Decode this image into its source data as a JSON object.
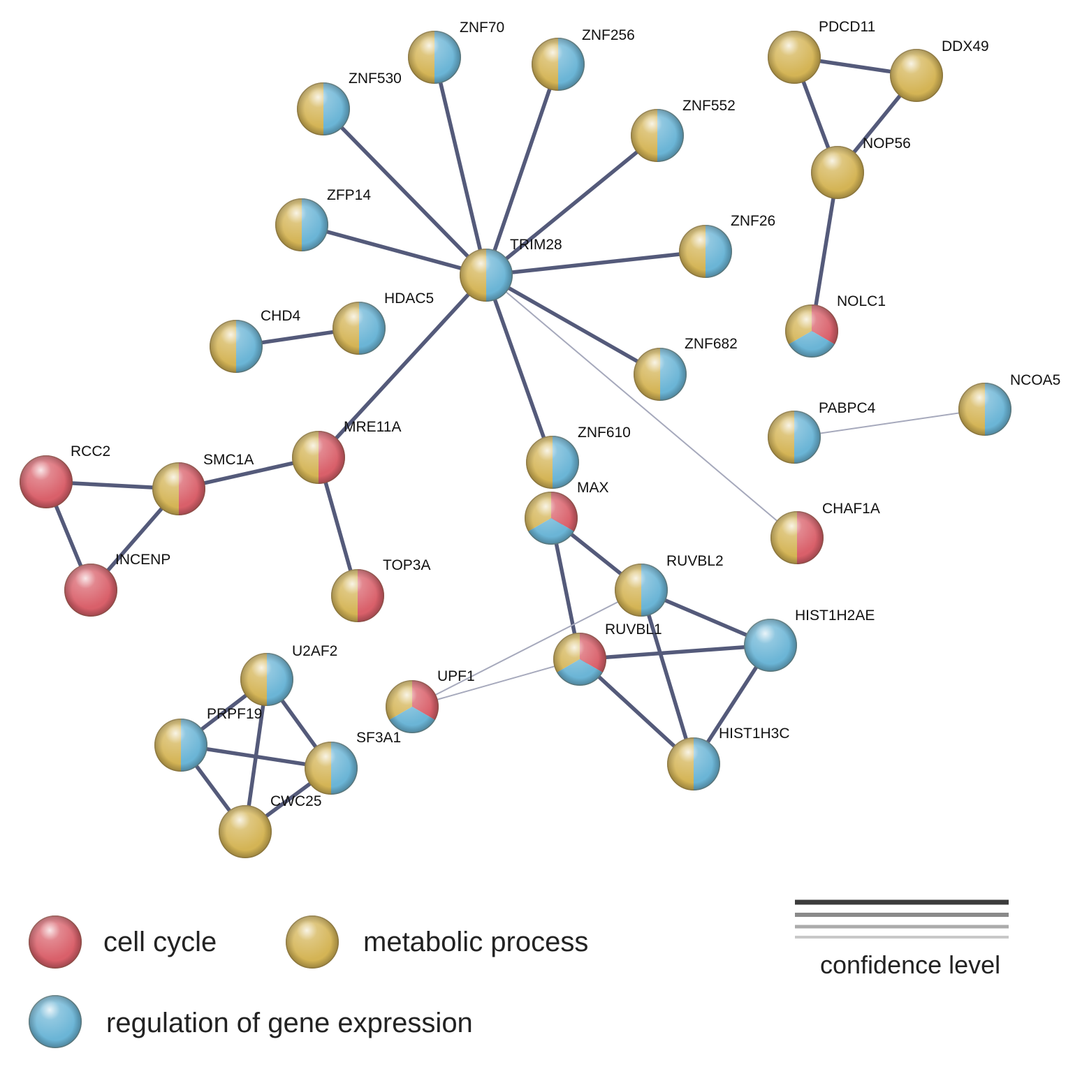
{
  "colors": {
    "cell_cycle": "#d9606a",
    "metabolic_process": "#d4b455",
    "regulation_of_gene_expression": "#6bb5d6",
    "edge": "#545a7a",
    "edge_weak": "#a6a9bc"
  },
  "legend": {
    "cell_cycle": "cell cycle",
    "metabolic_process": "metabolic process",
    "regulation_of_gene_expression": "regulation of gene expression",
    "confidence_level": "confidence level"
  },
  "nodes": [
    {
      "id": "TRIM28",
      "label": "TRIM28",
      "groups": [
        "metabolic_process",
        "regulation_of_gene_expression"
      ]
    },
    {
      "id": "ZNF70",
      "label": "ZNF70",
      "groups": [
        "metabolic_process",
        "regulation_of_gene_expression"
      ]
    },
    {
      "id": "ZNF256",
      "label": "ZNF256",
      "groups": [
        "metabolic_process",
        "regulation_of_gene_expression"
      ]
    },
    {
      "id": "ZNF530",
      "label": "ZNF530",
      "groups": [
        "metabolic_process",
        "regulation_of_gene_expression"
      ]
    },
    {
      "id": "ZNF552",
      "label": "ZNF552",
      "groups": [
        "metabolic_process",
        "regulation_of_gene_expression"
      ]
    },
    {
      "id": "ZFP14",
      "label": "ZFP14",
      "groups": [
        "metabolic_process",
        "regulation_of_gene_expression"
      ]
    },
    {
      "id": "ZNF26",
      "label": "ZNF26",
      "groups": [
        "metabolic_process",
        "regulation_of_gene_expression"
      ]
    },
    {
      "id": "HDAC5",
      "label": "HDAC5",
      "groups": [
        "metabolic_process",
        "regulation_of_gene_expression"
      ]
    },
    {
      "id": "CHD4",
      "label": "CHD4",
      "groups": [
        "metabolic_process",
        "regulation_of_gene_expression"
      ]
    },
    {
      "id": "ZNF682",
      "label": "ZNF682",
      "groups": [
        "metabolic_process",
        "regulation_of_gene_expression"
      ]
    },
    {
      "id": "MRE11A",
      "label": "MRE11A",
      "groups": [
        "metabolic_process",
        "cell_cycle"
      ]
    },
    {
      "id": "ZNF610",
      "label": "ZNF610",
      "groups": [
        "metabolic_process",
        "regulation_of_gene_expression"
      ]
    },
    {
      "id": "RCC2",
      "label": "RCC2",
      "groups": [
        "cell_cycle"
      ]
    },
    {
      "id": "SMC1A",
      "label": "SMC1A",
      "groups": [
        "metabolic_process",
        "cell_cycle"
      ]
    },
    {
      "id": "INCENP",
      "label": "INCENP",
      "groups": [
        "cell_cycle"
      ]
    },
    {
      "id": "TOP3A",
      "label": "TOP3A",
      "groups": [
        "metabolic_process",
        "cell_cycle"
      ]
    },
    {
      "id": "MAX",
      "label": "MAX",
      "groups": [
        "metabolic_process",
        "cell_cycle",
        "regulation_of_gene_expression"
      ]
    },
    {
      "id": "CHAF1A",
      "label": "CHAF1A",
      "groups": [
        "metabolic_process",
        "cell_cycle"
      ]
    },
    {
      "id": "RUVBL2",
      "label": "RUVBL2",
      "groups": [
        "metabolic_process",
        "regulation_of_gene_expression"
      ]
    },
    {
      "id": "RUVBL1",
      "label": "RUVBL1",
      "groups": [
        "metabolic_process",
        "cell_cycle",
        "regulation_of_gene_expression"
      ]
    },
    {
      "id": "HIST1H2AE",
      "label": "HIST1H2AE",
      "groups": [
        "regulation_of_gene_expression"
      ]
    },
    {
      "id": "HIST1H3C",
      "label": "HIST1H3C",
      "groups": [
        "metabolic_process",
        "regulation_of_gene_expression"
      ]
    },
    {
      "id": "UPF1",
      "label": "UPF1",
      "groups": [
        "metabolic_process",
        "cell_cycle",
        "regulation_of_gene_expression"
      ]
    },
    {
      "id": "U2AF2",
      "label": "U2AF2",
      "groups": [
        "metabolic_process",
        "regulation_of_gene_expression"
      ]
    },
    {
      "id": "PRPF19",
      "label": "PRPF19",
      "groups": [
        "metabolic_process",
        "regulation_of_gene_expression"
      ]
    },
    {
      "id": "SF3A1",
      "label": "SF3A1",
      "groups": [
        "metabolic_process",
        "regulation_of_gene_expression"
      ]
    },
    {
      "id": "CWC25",
      "label": "CWC25",
      "groups": [
        "metabolic_process"
      ]
    },
    {
      "id": "PDCD11",
      "label": "PDCD11",
      "groups": [
        "metabolic_process"
      ]
    },
    {
      "id": "DDX49",
      "label": "DDX49",
      "groups": [
        "metabolic_process"
      ]
    },
    {
      "id": "NOP56",
      "label": "NOP56",
      "groups": [
        "metabolic_process"
      ]
    },
    {
      "id": "NOLC1",
      "label": "NOLC1",
      "groups": [
        "metabolic_process",
        "cell_cycle",
        "regulation_of_gene_expression"
      ]
    },
    {
      "id": "PABPC4",
      "label": "PABPC4",
      "groups": [
        "metabolic_process",
        "regulation_of_gene_expression"
      ]
    },
    {
      "id": "NCOA5",
      "label": "NCOA5",
      "groups": [
        "metabolic_process",
        "regulation_of_gene_expression"
      ]
    }
  ],
  "edges": [
    {
      "source": "TRIM28",
      "target": "ZNF70",
      "strength": "strong"
    },
    {
      "source": "TRIM28",
      "target": "ZNF256",
      "strength": "strong"
    },
    {
      "source": "TRIM28",
      "target": "ZNF530",
      "strength": "strong"
    },
    {
      "source": "TRIM28",
      "target": "ZNF552",
      "strength": "strong"
    },
    {
      "source": "TRIM28",
      "target": "ZFP14",
      "strength": "strong"
    },
    {
      "source": "TRIM28",
      "target": "ZNF26",
      "strength": "strong"
    },
    {
      "source": "TRIM28",
      "target": "ZNF682",
      "strength": "strong"
    },
    {
      "source": "TRIM28",
      "target": "ZNF610",
      "strength": "strong"
    },
    {
      "source": "TRIM28",
      "target": "MRE11A",
      "strength": "strong"
    },
    {
      "source": "TRIM28",
      "target": "CHAF1A",
      "strength": "weak"
    },
    {
      "source": "CHD4",
      "target": "HDAC5",
      "strength": "strong"
    },
    {
      "source": "MRE11A",
      "target": "SMC1A",
      "strength": "strong"
    },
    {
      "source": "MRE11A",
      "target": "TOP3A",
      "strength": "strong"
    },
    {
      "source": "SMC1A",
      "target": "RCC2",
      "strength": "strong"
    },
    {
      "source": "SMC1A",
      "target": "INCENP",
      "strength": "strong"
    },
    {
      "source": "RCC2",
      "target": "INCENP",
      "strength": "strong"
    },
    {
      "source": "MAX",
      "target": "RUVBL2",
      "strength": "strong"
    },
    {
      "source": "MAX",
      "target": "RUVBL1",
      "strength": "strong"
    },
    {
      "source": "RUVBL2",
      "target": "HIST1H2AE",
      "strength": "strong"
    },
    {
      "source": "RUVBL2",
      "target": "HIST1H3C",
      "strength": "strong"
    },
    {
      "source": "RUVBL2",
      "target": "UPF1",
      "strength": "weak"
    },
    {
      "source": "RUVBL1",
      "target": "HIST1H2AE",
      "strength": "strong"
    },
    {
      "source": "RUVBL1",
      "target": "HIST1H3C",
      "strength": "strong"
    },
    {
      "source": "RUVBL1",
      "target": "UPF1",
      "strength": "weak"
    },
    {
      "source": "HIST1H2AE",
      "target": "HIST1H3C",
      "strength": "strong"
    },
    {
      "source": "U2AF2",
      "target": "PRPF19",
      "strength": "strong"
    },
    {
      "source": "U2AF2",
      "target": "SF3A1",
      "strength": "strong"
    },
    {
      "source": "U2AF2",
      "target": "CWC25",
      "strength": "strong"
    },
    {
      "source": "PRPF19",
      "target": "SF3A1",
      "strength": "strong"
    },
    {
      "source": "PRPF19",
      "target": "CWC25",
      "strength": "strong"
    },
    {
      "source": "SF3A1",
      "target": "CWC25",
      "strength": "strong"
    },
    {
      "source": "PDCD11",
      "target": "DDX49",
      "strength": "strong"
    },
    {
      "source": "PDCD11",
      "target": "NOP56",
      "strength": "strong"
    },
    {
      "source": "DDX49",
      "target": "NOP56",
      "strength": "strong"
    },
    {
      "source": "NOP56",
      "target": "NOLC1",
      "strength": "strong"
    },
    {
      "source": "PABPC4",
      "target": "NCOA5",
      "strength": "weak"
    }
  ]
}
